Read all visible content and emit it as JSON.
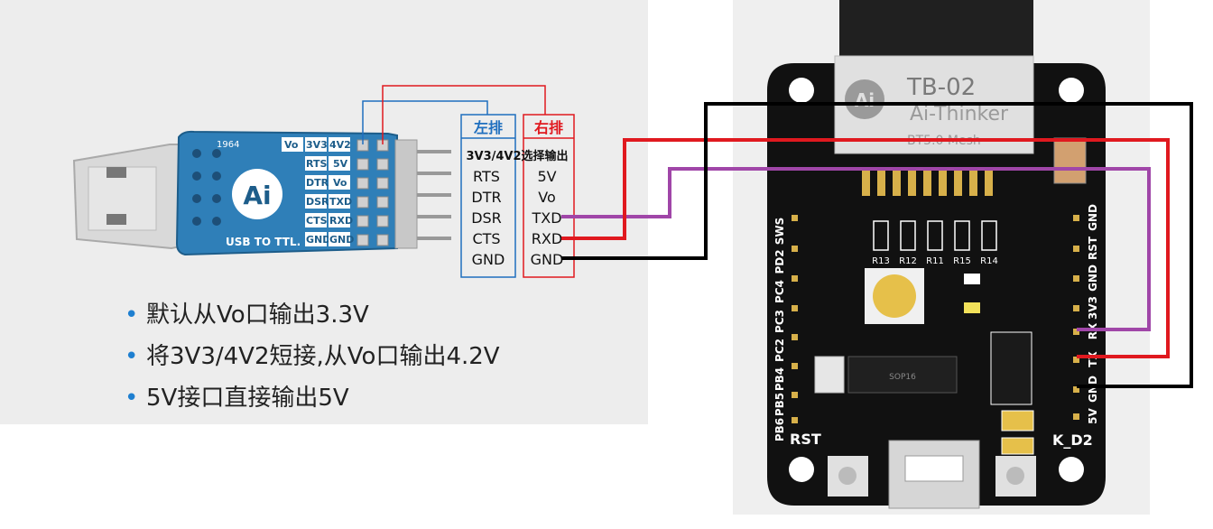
{
  "usb_adapter": {
    "model_label": "1964",
    "board_label": "USB TO TTL.",
    "logo_text": "Ai",
    "pin_labels_left": [
      "Vo",
      "RTS",
      "DTR",
      "DSR",
      "CTS",
      "GND"
    ],
    "pin_labels_right": [
      "3V3",
      "4V2",
      "5V",
      "Vo",
      "TXD",
      "RXD",
      "GND"
    ]
  },
  "pinout": {
    "left_header": "左排",
    "right_header": "右排",
    "note": "3V3/4V2选择输出",
    "left_pins": [
      "RTS",
      "DTR",
      "DSR",
      "CTS",
      "GND"
    ],
    "right_pins": [
      "5V",
      "Vo",
      "TXD",
      "RXD",
      "GND"
    ],
    "left_color": "#1f6fbf",
    "right_color": "#e0191f"
  },
  "bullets": [
    "默认从Vo口输出3.3V",
    "将3V3/4V2短接,从Vo口输出4.2V",
    "5V接口直接输出5V"
  ],
  "board": {
    "module_name": "TB-02",
    "brand": "Ai-Thinker",
    "module_subtext": "BT5.0    Mesh",
    "resistor_labels": [
      "R13",
      "R12",
      "R11",
      "R15",
      "R14"
    ],
    "left_pins": [
      "SWS",
      "PD2",
      "PC4",
      "PC3",
      "PC2",
      "PB4",
      "PB5",
      "PB6"
    ],
    "right_pins": [
      "GND",
      "RST",
      "GND",
      "3V3",
      "RX",
      "TX",
      "GND",
      "5V"
    ],
    "chip_label": "SOP16",
    "rst_label": "RST",
    "key_label": "K_D2"
  },
  "wires": [
    {
      "from": "TXD",
      "to": "RX",
      "color": "#a046a8"
    },
    {
      "from": "RXD",
      "to": "TX",
      "color": "#e0191f"
    },
    {
      "from": "GND",
      "to": "GND",
      "color": "#000000"
    }
  ]
}
